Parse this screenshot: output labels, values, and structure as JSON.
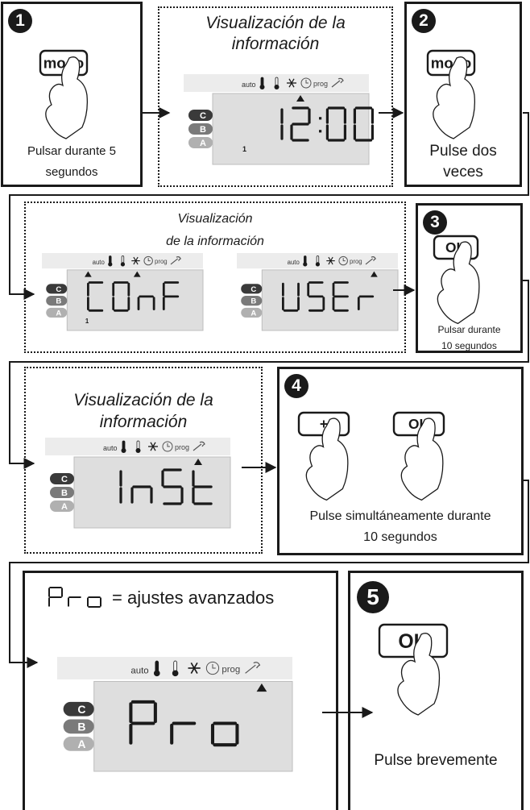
{
  "step_numbers": [
    "1",
    "2",
    "3",
    "4",
    "5"
  ],
  "lcd_icons": {
    "auto": "auto",
    "prog": "prog",
    "thermo_icon": "thermometer-icon",
    "snow_icon": "snowflake-icon",
    "clock_icon": "clock-icon",
    "wrench_icon": "wrench-icon"
  },
  "lcd_modes": [
    "C",
    "B",
    "A"
  ],
  "panel1": {
    "button": "modo",
    "caption_l1": "Pulsar durante 5",
    "caption_l2": "segundos"
  },
  "info1": {
    "title_l1": "Visualización de la",
    "title_l2": "información",
    "display": "12:00",
    "index": "1"
  },
  "panel2": {
    "button": "modo",
    "caption_l1": "Pulse dos",
    "caption_l2": "veces"
  },
  "info2": {
    "title_l1": "Visualización",
    "title_l2": "de la información",
    "display_a": "CONF",
    "index": "1",
    "display_b": "USEr"
  },
  "panel3": {
    "button": "OK",
    "caption_l1": "Pulsar durante",
    "caption_l2": "10 segundos"
  },
  "info3": {
    "title_l1": "Visualización de la",
    "title_l2": "información",
    "display": "InSt"
  },
  "panel4": {
    "button_a": "+",
    "button_b": "OK",
    "caption_l1": "Pulse simultáneamente durante",
    "caption_l2": "10 segundos"
  },
  "panel_pro": {
    "legend_display": "Pro",
    "legend_text": "= ajustes avanzados",
    "display": "Pro"
  },
  "panel5": {
    "button": "OK",
    "caption": "Pulse brevemente"
  },
  "colors": {
    "ink": "#1a1a1a",
    "screen": "#dedede",
    "mode_c": "#3a3a3a",
    "mode_b": "#7a7a7a",
    "mode_a": "#b0b0b0"
  }
}
